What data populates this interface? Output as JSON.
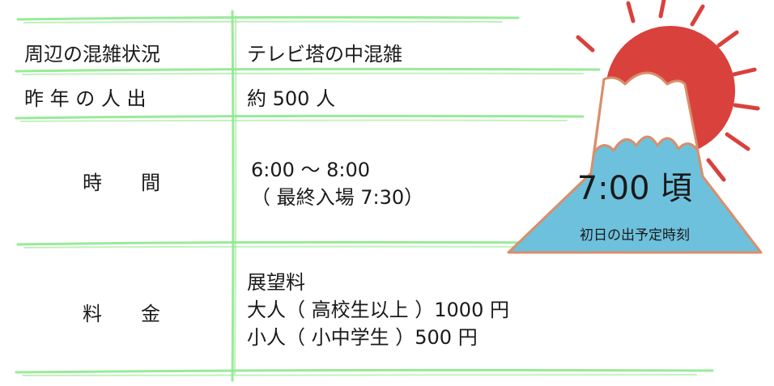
{
  "table": {
    "rows": [
      {
        "label": "周辺の混雑状況",
        "value_lines": [
          "テレビ塔の中混雑"
        ]
      },
      {
        "label": "昨 年 の 人 出",
        "value_lines": [
          "約 500 人"
        ]
      },
      {
        "label": "時　　間",
        "value_lines": [
          "6:00 ～ 8:00",
          "（ 最終入場 7:30）"
        ]
      },
      {
        "label": "料　　金",
        "value_lines": [
          "展望料",
          "大人（ 高校生以上 ）1000 円",
          "小人（ 小中学生 ）500 円"
        ]
      }
    ]
  },
  "sunrise": {
    "time": "7:00 頃",
    "caption": "初日の出予定時刻"
  },
  "colors": {
    "line_green": "#8ee88e",
    "sun_red": "#d9413c",
    "sun_ray_red": "#d9413c",
    "mountain_blue": "#6ec1dc",
    "mountain_snow": "#ffffff",
    "mountain_outline": "#d98e6a",
    "text": "#1a1a1a"
  }
}
